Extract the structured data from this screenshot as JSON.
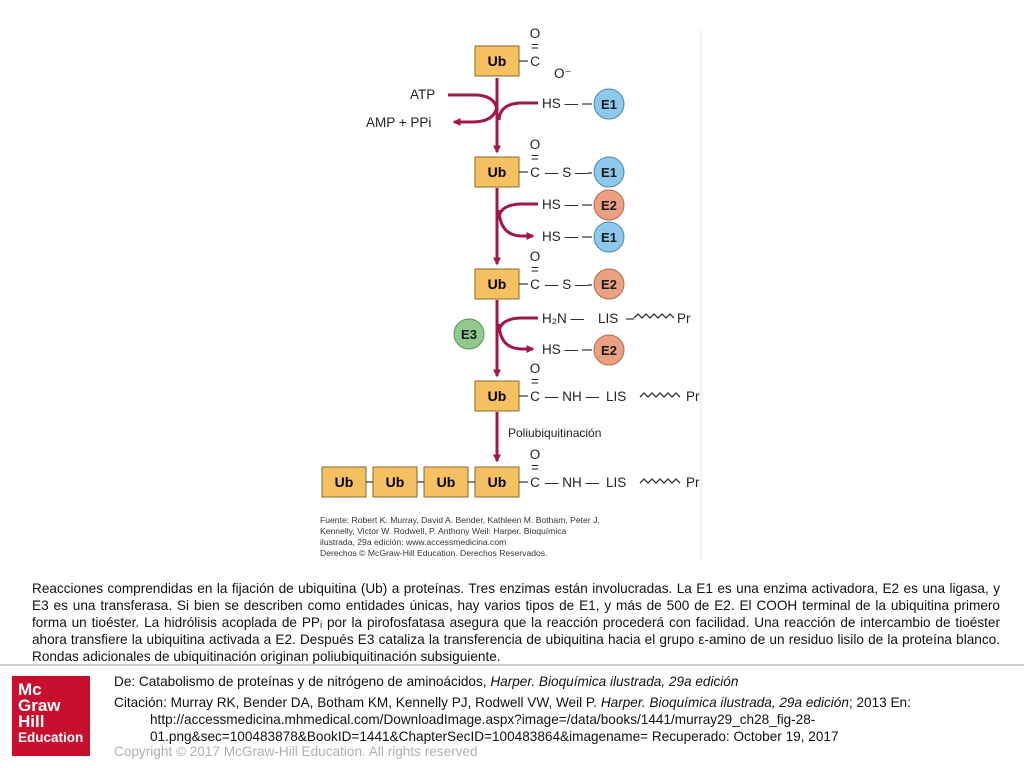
{
  "diagram": {
    "ub_label": "Ub",
    "oxygen": "O",
    "double_bond": "=",
    "carbon": "C",
    "carboxylate_oxygen": "O⁻",
    "s_bond": "— S —",
    "nh_bond": "— NH —",
    "hs": "HS —",
    "h2n": "H₂N —",
    "lys": "LIS",
    "lys_bond": "LIS",
    "protein": "Pr",
    "e1": "E1",
    "e2": "E2",
    "e3": "E3",
    "atp": "ATP",
    "amp_ppi": "AMP + PPi",
    "polyubiquitination": "Poliubiquitinación",
    "colors": {
      "ub_box": "#f4c062",
      "ub_border": "#8a6a2c",
      "arrow": "#a0174c",
      "e1": "#8cc9ec",
      "e2": "#eba081",
      "e3": "#8fca8c"
    },
    "source": {
      "line1": "Fuente: Robert K. Murray, David A. Bender, Kathleen M. Botham, Peter J.",
      "line2": "Kennelly, Victor W. Rodwell, P. Anthony Weil: Harper. Bioquímica",
      "line3": "ilustrada, 29a edición: www.accessmedicina.com",
      "line4": "Derechos © McGraw-Hill Education. Derechos Reservados."
    }
  },
  "caption": "Reacciones comprendidas en la fijación de ubiquitina (Ub) a proteínas. Tres enzimas están involucradas. La E1 es una enzima activadora, E2 es una ligasa, y E3 es una transferasa. Si bien se describen como entidades únicas, hay varios tipos de E1, y más de 500 de E2. El COOH terminal de la ubiquitina primero forma un tioéster. La hidrólisis acoplada de PPᵢ por la pirofosfatasa asegura que la reacción procederá con facilidad. Una reacción de intercambio de tioéster ahora transfiere la ubiquitina activada a E2. Después E3 cataliza la transferencia de ubiquitina hacia el grupo ε-amino de un residuo lisilo de la proteína blanco. Rondas adicionales de ubiquitinación originan poliubiquitinación subsiguiente.",
  "logo": {
    "line1": "Mc",
    "line2": "Graw",
    "line3": "Hill",
    "line4": "Education"
  },
  "reference": {
    "de_prefix": "De: Catabolismo de proteínas y de nitrógeno de aminoácidos, ",
    "de_book": "Harper. Bioquímica ilustrada, 29a edición",
    "cite_prefix": "Citación: Murray RK, Bender DA, Botham KM, Kennelly PJ, Rodwell VW, Weil P",
    "cite_sep": ". ",
    "cite_book": "Harper. Bioquímica ilustrada, 29a edición",
    "cite_suffix": "; 2013 En:",
    "url_line1": "http://accessmedicina.mhmedical.com/DownloadImage.aspx?image=/data/books/1441/murray29_ch28_fig-28-",
    "url_line2": "01.png&sec=100483878&BookID=1441&ChapterSecID=100483864&imagename= Recuperado: October 19, 2017"
  },
  "copyright": "Copyright © 2017 McGraw-Hill Education. All rights reserved"
}
